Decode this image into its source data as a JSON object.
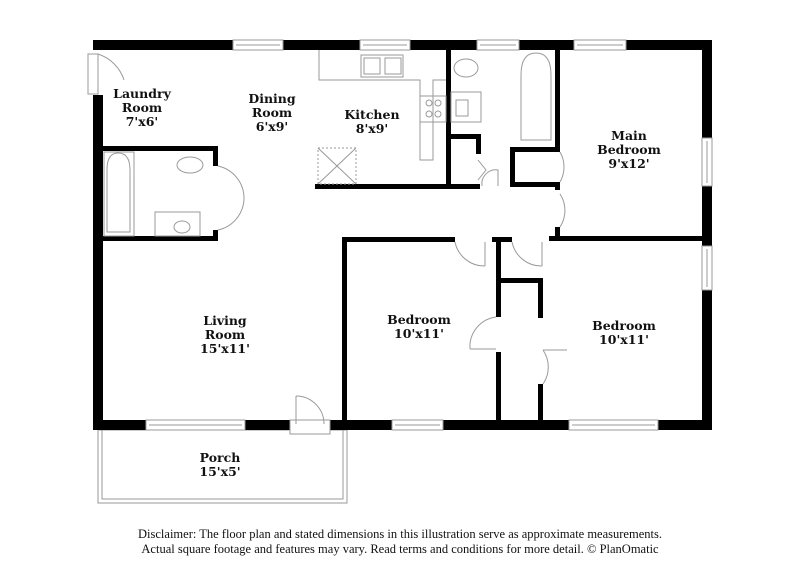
{
  "rooms": {
    "laundry": {
      "name_1": "Laundry",
      "name_2": "Room",
      "dims": "7'x6'"
    },
    "dining": {
      "name_1": "Dining",
      "name_2": "Room",
      "dims": "6'x9'"
    },
    "kitchen": {
      "name_1": "Kitchen",
      "dims": "8'x9'"
    },
    "main_bedroom": {
      "name_1": "Main",
      "name_2": "Bedroom",
      "dims": "9'x12'"
    },
    "living": {
      "name_1": "Living",
      "name_2": "Room",
      "dims": "15'x11'"
    },
    "bedroom_1": {
      "name_1": "Bedroom",
      "dims": "10'x11'"
    },
    "bedroom_2": {
      "name_1": "Bedroom",
      "dims": "10'x11'"
    },
    "porch": {
      "name_1": "Porch",
      "dims": "15'x5'"
    }
  },
  "disclaimer": {
    "line_1": "Disclaimer: The floor plan and stated dimensions in this illustration serve as approximate measurements.",
    "line_2": "Actual square footage and features may vary. Read terms and conditions for more detail. © PlanOmatic"
  },
  "colors": {
    "wall": "#000000",
    "fixture": "#9a9a9a",
    "background": "#ffffff"
  }
}
